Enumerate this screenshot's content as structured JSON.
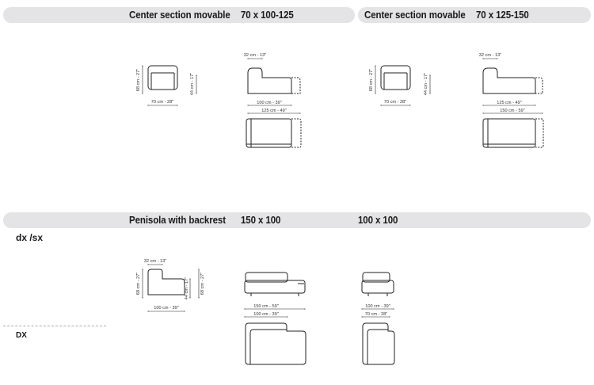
{
  "top_bar_left": {
    "title": "Center section movable",
    "size": "70 x 100-125"
  },
  "top_bar_right": {
    "title": "Center section movable",
    "size": "70 x 125-150"
  },
  "bottom_bar": {
    "title": "Penisola with backrest",
    "size_a": "150 x 100",
    "size_b": "100 x 100"
  },
  "section_label_dxsx": "dx /sx",
  "section_label_dx": "DX",
  "dims": {
    "h68": "68 cm - 27\"",
    "h44": "44 cm - 17\"",
    "w70": "70 cm - 28\"",
    "w32": "32 cm - 13\"",
    "w100": "100 cm - 39\"",
    "w125": "125 cm - 49\"",
    "w150": "150 cm - 59\""
  }
}
